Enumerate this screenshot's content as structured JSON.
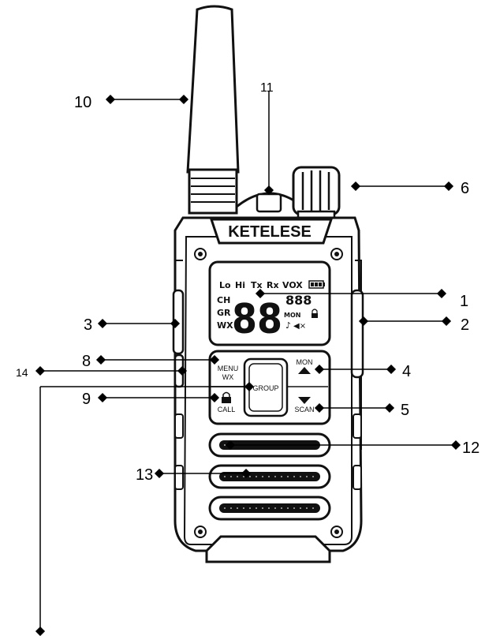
{
  "device": {
    "brand": "KETELESE",
    "lcd": {
      "indicators_top": [
        "Lo",
        "Hi",
        "Tx",
        "Rx",
        "VOX"
      ],
      "indicators_left": [
        "CH",
        "GR",
        "WX"
      ],
      "digits": "88",
      "small_digits": "888",
      "mon_label": "MON"
    },
    "keys": {
      "menu": "MENU",
      "wx": "WX",
      "mon": "MON",
      "group": "GROUP",
      "call": "CALL",
      "scan": "SCAN"
    }
  },
  "callouts": [
    "1",
    "2",
    "3",
    "4",
    "5",
    "6",
    "8",
    "9",
    "10",
    "11",
    "12",
    "13",
    "14"
  ]
}
